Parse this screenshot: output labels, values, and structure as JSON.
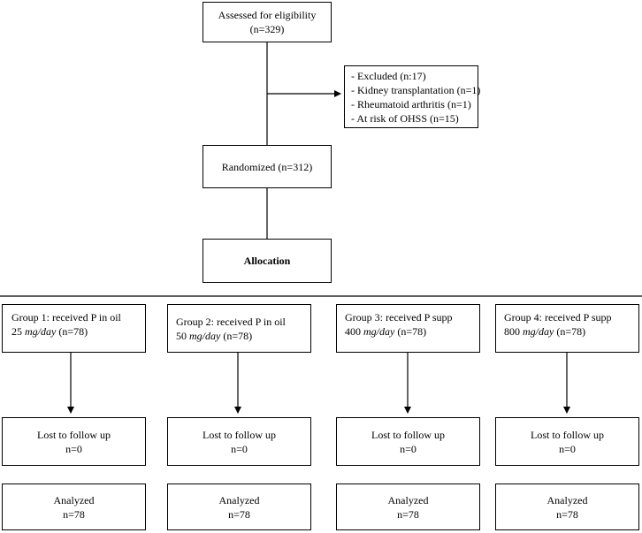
{
  "assessed": {
    "line1": "Assessed for eligibility",
    "line2": "(n=329)"
  },
  "excluded": {
    "items": [
      "- Excluded (n:17)",
      "- Kidney transplantation (n=1)",
      "- Rheumatoid arthritis (n=1)",
      "- At risk of OHSS (n=15)"
    ]
  },
  "randomized": {
    "label": "Randomized (n=312)"
  },
  "allocation": {
    "label": "Allocation"
  },
  "groups": [
    {
      "line1": "Group 1: received P in oil",
      "dose": "25",
      "unit": "mg/day",
      "count": "(n=78)"
    },
    {
      "line1": "Group 2: received P in oil",
      "dose": "50",
      "unit": "mg/day",
      "count": "(n=78)"
    },
    {
      "line1": "Group 3: received P supp",
      "dose": "400",
      "unit": "mg/day",
      "count": "(n=78)"
    },
    {
      "line1": "Group 4: received P supp",
      "dose": "800",
      "unit": "mg/day",
      "count": "(n=78)"
    }
  ],
  "followup": [
    {
      "label": "Lost to follow up",
      "n": "n=0"
    },
    {
      "label": "Lost to follow up",
      "n": "n=0"
    },
    {
      "label": "Lost to follow up",
      "n": "n=0"
    },
    {
      "label": "Lost to follow up",
      "n": "n=0"
    }
  ],
  "analyzed": [
    {
      "label": "Analyzed",
      "n": "n=78"
    },
    {
      "label": "Analyzed",
      "n": "n=78"
    },
    {
      "label": "Analyzed",
      "n": "n=78"
    },
    {
      "label": "Analyzed",
      "n": "n=78"
    }
  ]
}
